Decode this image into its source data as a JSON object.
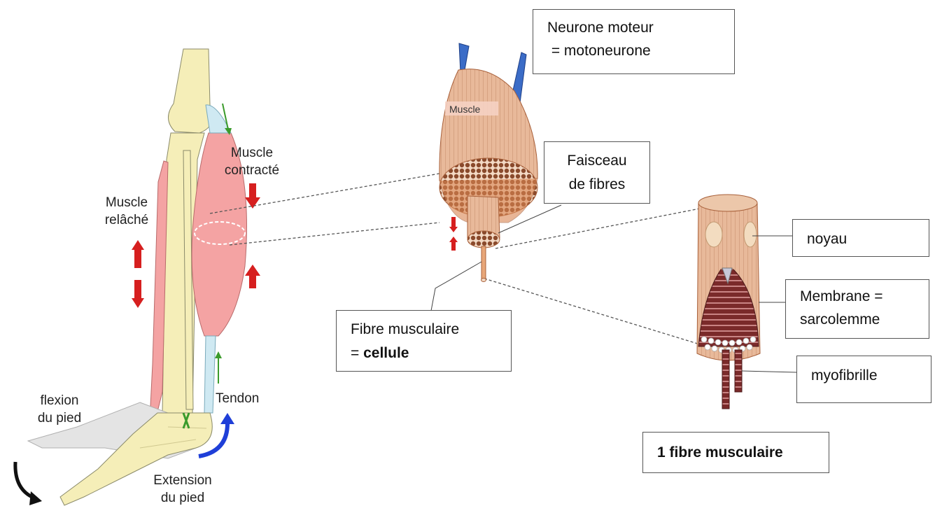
{
  "colors": {
    "bone": "#f5eeb8",
    "muscle_pink": "#f4a3a3",
    "tendon": "#cfe9f2",
    "muscle_orange": "#e69460",
    "nerve": "#3b6cc7",
    "arrow_red": "#d61f1f",
    "arrow_green": "#3b9b2c",
    "arrow_blue": "#1f3fd8",
    "fiber_dark": "#7a2a2a"
  },
  "labels": {
    "muscle_contracte": [
      "Muscle",
      "contracté"
    ],
    "muscle_relache": [
      "Muscle",
      "relâché"
    ],
    "flexion": [
      "flexion",
      "du pied"
    ],
    "tendon": "Tendon",
    "extension": [
      "Extension",
      "du pied"
    ],
    "muscle_tag": "Muscle"
  },
  "boxes": {
    "neurone": [
      "Neurone moteur",
      " = motoneurone"
    ],
    "faisceau": [
      "Faisceau",
      "de fibres"
    ],
    "fibre": {
      "line1": "Fibre musculaire",
      "prefix": "= ",
      "bold": "cellule"
    },
    "noyau": "noyau",
    "membrane": [
      "Membrane =",
      "sarcolemme"
    ],
    "myofibrille": "myofibrille",
    "title": "1 fibre musculaire"
  }
}
